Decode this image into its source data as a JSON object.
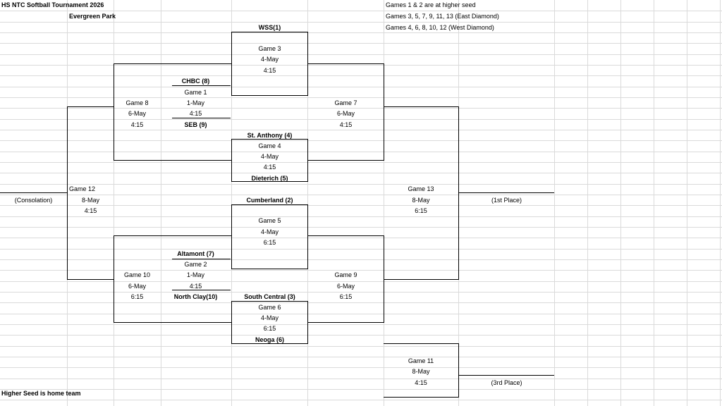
{
  "title": "HS NTC Softball Tournament 2026",
  "venue": "Evergreen Park",
  "notes": {
    "n1": "Games 1 & 2 are at higher seed",
    "n2": "Games 3, 5, 7, 9, 11, 13 (East Diamond)",
    "n3": "Games 4, 6, 8, 10, 12 (West Diamond)"
  },
  "footer": "Higher Seed is home team",
  "teams": {
    "wss": "WSS(1)",
    "chbc": "CHBC (8)",
    "seb": "SEB (9)",
    "stanthony": "St. Anthony (4)",
    "dieterich": "Dieterich (5)",
    "cumberland": "Cumberland (2)",
    "altamont": "Altamont (7)",
    "northclay": "North Clay(10)",
    "southcentral": "South Central (3)",
    "neoga": "Neoga (6)"
  },
  "games": {
    "g1": {
      "name": "Game 1",
      "date": "1-May",
      "time": "4:15"
    },
    "g2": {
      "name": "Game 2",
      "date": "1-May",
      "time": "4:15"
    },
    "g3": {
      "name": "Game 3",
      "date": "4-May",
      "time": "4:15"
    },
    "g4": {
      "name": "Game 4",
      "date": "4-May",
      "time": "4:15"
    },
    "g5": {
      "name": "Game 5",
      "date": "4-May",
      "time": "6:15"
    },
    "g6": {
      "name": "Game 6",
      "date": "4-May",
      "time": "6:15"
    },
    "g7": {
      "name": "Game 7",
      "date": "6-May",
      "time": "4:15"
    },
    "g8": {
      "name": "Game 8",
      "date": "6-May",
      "time": "4:15"
    },
    "g9": {
      "name": "Game 9",
      "date": "6-May",
      "time": "6:15"
    },
    "g10": {
      "name": "Game 10",
      "date": "6-May",
      "time": "6:15"
    },
    "g11": {
      "name": "Game 11",
      "date": "8-May",
      "time": "4:15"
    },
    "g12": {
      "name": "Game 12",
      "date": "8-May",
      "time": "4:15"
    },
    "g13": {
      "name": "Game 13",
      "date": "8-May",
      "time": "6:15"
    }
  },
  "placements": {
    "consolation": "(Consolation)",
    "first": "(1st Place)",
    "third": "(3rd Place)"
  }
}
